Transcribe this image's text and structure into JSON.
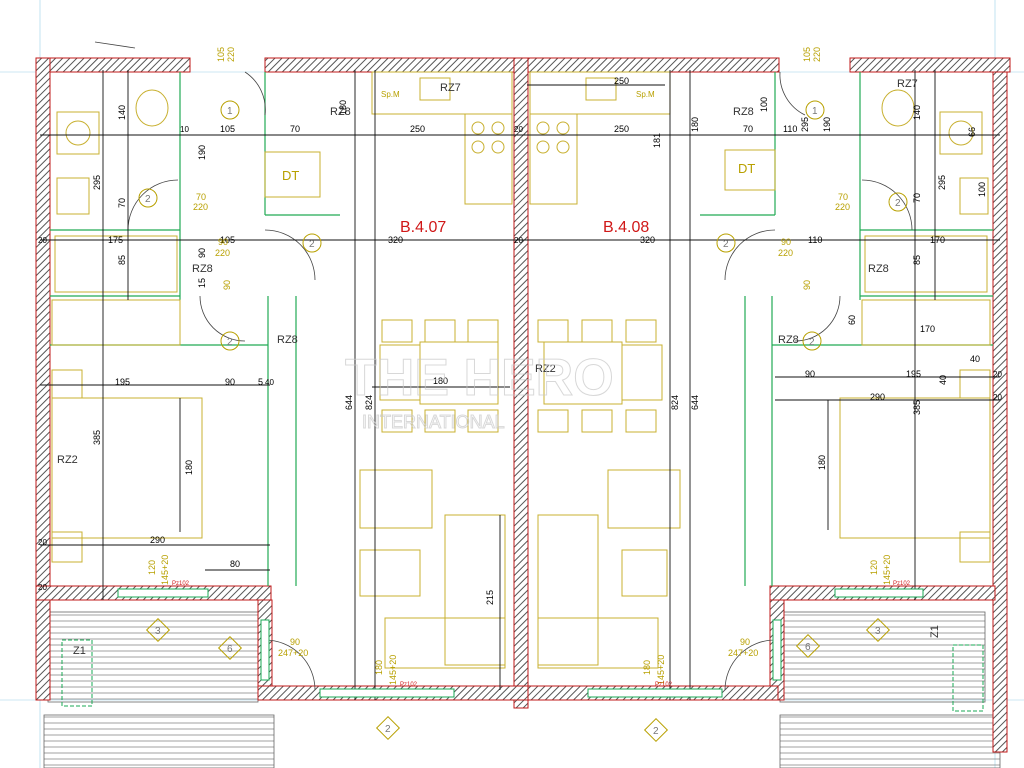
{
  "units": {
    "left": {
      "label": "B.4.07",
      "color": "#d01818"
    },
    "right": {
      "label": "B.4.08",
      "color": "#d01818"
    }
  },
  "room_codes": {
    "rz7_left": "RZ7",
    "rz7_right": "RZ7",
    "rz8_l1": "RZ8",
    "rz8_l2": "RZ8",
    "rz8_l3": "RZ8",
    "rz8_r1": "RZ8",
    "rz8_r2": "RZ8",
    "rz8_r3": "RZ8",
    "rz2_left": "RZ2",
    "rz2_center": "RZ2",
    "dt_left": "DT",
    "dt_right": "DT",
    "spm_left": "Sp.M",
    "spm_right": "Sp.M",
    "z1_left": "Z1",
    "z1_right": "Z1"
  },
  "dimensions": {
    "d140a": "140",
    "d105a": "105",
    "d70a": "70",
    "d250a": "250",
    "d250b": "250",
    "d190a": "190",
    "d295a": "295",
    "d70b": "70",
    "d175": "175",
    "d105b": "105",
    "d320a": "320",
    "d320b": "320",
    "d85a": "85",
    "d90a": "90",
    "d15a": "15",
    "d195a": "195",
    "d90b": "90",
    "d5a": "5",
    "d40a": "40",
    "d385a": "385",
    "d180a": "180",
    "d290a": "290",
    "d80": "80",
    "d644a": "644",
    "d824a": "824",
    "d644b": "644",
    "d824b": "824",
    "d180b": "180",
    "d215": "215",
    "d180c": "180",
    "d110a": "110",
    "d70c": "70",
    "d295b": "295",
    "d190b": "190",
    "d110b": "110",
    "d170a": "170",
    "d85b": "85",
    "d60": "60",
    "d170b": "170",
    "d40b": "40",
    "d90c": "90",
    "d195b": "195",
    "d290b": "290",
    "d385b": "385",
    "d180d": "180",
    "d40c": "40",
    "d10": "10",
    "d20": "20",
    "d100": "100",
    "d66": "66",
    "d181": "181",
    "d180e": "180",
    "d140b": "140"
  },
  "openings": {
    "door_70_220_l": "70",
    "door_70_220_l2": "220",
    "door_90_220_l": "90",
    "door_90_220_l2": "220",
    "door_70_220_r": "70",
    "door_70_220_r2": "220",
    "door_90_220_r": "90",
    "door_90_220_r2": "220",
    "door_105_220_l": "105",
    "door_105_220_l2": "220",
    "win_120_l": "120",
    "win_145_l": "145+20",
    "win_120_r": "120",
    "win_145_r": "145+20",
    "bal_90_l": "90",
    "bal_247_l": "247+20",
    "bal_90_r": "90",
    "bal_247_r": "247+20",
    "win_180_l": "180",
    "win_145b_l": "145+20",
    "win_180_r": "180",
    "win_145b_r": "145+20",
    "sill_l": "Pz102",
    "sill_r": "Pz102",
    "sill_c1": "Pz102",
    "sill_c2": "Pz102"
  },
  "markers": {
    "m1a": "1",
    "m1b": "1",
    "m2a": "2",
    "m2b": "2",
    "m2c": "2",
    "m2d": "2",
    "m2e": "2",
    "m2f": "2",
    "m3a": "3",
    "m3b": "3",
    "m6a": "6",
    "m6b": "6",
    "m2g": "2",
    "m2h": "2"
  },
  "watermark": {
    "line1": "THE HERO",
    "line2": "INTERNATIONAL"
  },
  "colors": {
    "wall": "#555555",
    "dim": "#000000",
    "furniture": "#c8b030",
    "door_text": "#b8a000",
    "green": "#1aaa55",
    "red": "#d01818"
  }
}
